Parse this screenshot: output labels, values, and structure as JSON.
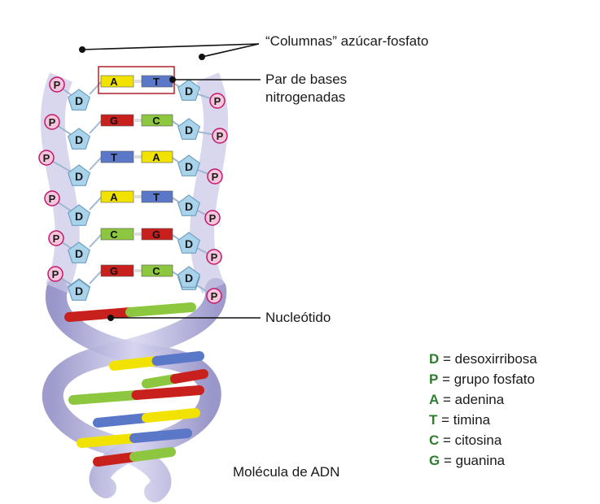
{
  "labels": {
    "backbone": "“Columnas” azúcar-fosfato",
    "base_pair_line1": "Par de bases",
    "base_pair_line2": "nitrogenadas",
    "nucleotide": "Nucleótido",
    "caption": "Molécula de ADN"
  },
  "ladder": {
    "sugar_letter": "D",
    "phosphate_letter": "P",
    "rungs": [
      {
        "left": "A",
        "right": "T"
      },
      {
        "left": "G",
        "right": "C"
      },
      {
        "left": "T",
        "right": "A"
      },
      {
        "left": "A",
        "right": "T"
      },
      {
        "left": "C",
        "right": "G"
      },
      {
        "left": "G",
        "right": "C"
      }
    ]
  },
  "legend": [
    {
      "letter": "D",
      "eq": "=",
      "text": "desoxirribosa"
    },
    {
      "letter": "P",
      "eq": "=",
      "text": "grupo fosfato"
    },
    {
      "letter": "A",
      "eq": "=",
      "text": "adenina"
    },
    {
      "letter": "T",
      "eq": "=",
      "text": "timina"
    },
    {
      "letter": "C",
      "eq": "=",
      "text": "citosina"
    },
    {
      "letter": "G",
      "eq": "=",
      "text": "guanina"
    }
  ],
  "colors": {
    "A": "#f2e200",
    "T": "#5b78c8",
    "G": "#c8201c",
    "C": "#8dc63f",
    "sugar": "#a9d3ea",
    "phosphate": "#f7c6dc",
    "phosphate_border": "#c2186b",
    "ribbon": "#b7b4dd",
    "legend_letter": "#2e7d2e"
  }
}
